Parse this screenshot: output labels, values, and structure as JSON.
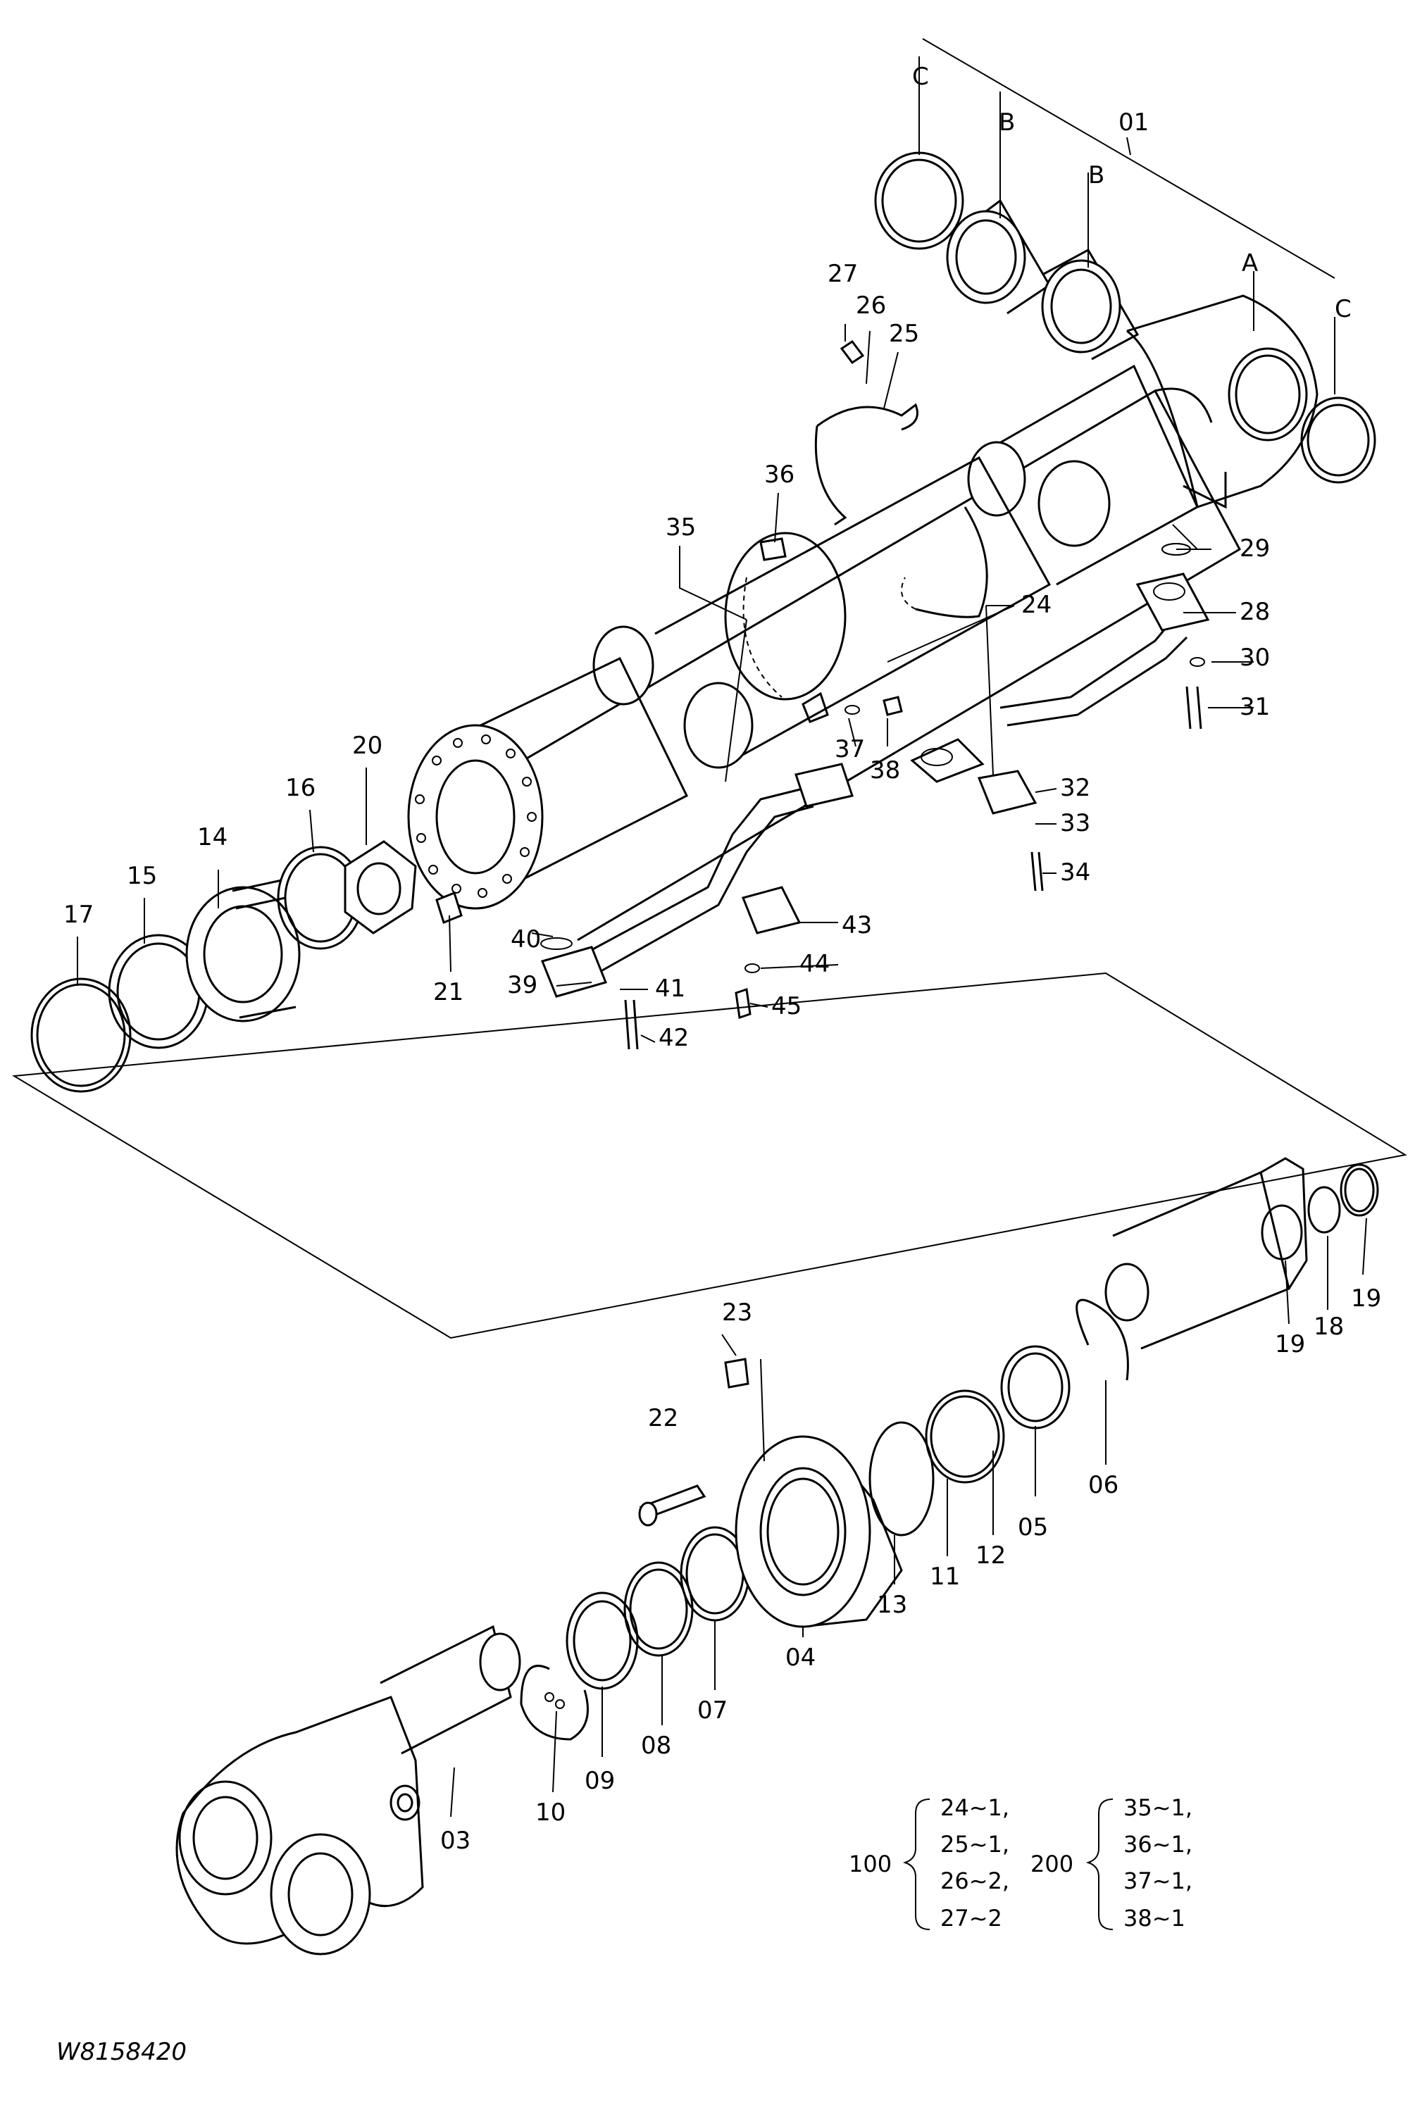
{
  "drawing_id": "W8158420",
  "callouts": {
    "p01": "01",
    "pA": "A",
    "pB1": "B",
    "pB2": "B",
    "pC1": "C",
    "pC2": "C",
    "p03": "03",
    "p04": "04",
    "p05": "05",
    "p06": "06",
    "p07": "07",
    "p08": "08",
    "p09": "09",
    "p10": "10",
    "p11": "11",
    "p12": "12",
    "p13": "13",
    "p14": "14",
    "p15": "15",
    "p16": "16",
    "p17": "17",
    "p18": "18",
    "p19a": "19",
    "p19b": "19",
    "p20": "20",
    "p21": "21",
    "p22": "22",
    "p23": "23",
    "p24": "24",
    "p25": "25",
    "p26": "26",
    "p27": "27",
    "p28": "28",
    "p29": "29",
    "p30": "30",
    "p31": "31",
    "p32": "32",
    "p33": "33",
    "p34": "34",
    "p35": "35",
    "p36": "36",
    "p37": "37",
    "p38": "38",
    "p39": "39",
    "p40": "40",
    "p41": "41",
    "p42": "42",
    "p43": "43",
    "p44": "44",
    "p45": "45"
  },
  "kits": {
    "kit100": {
      "label": "100",
      "items": [
        "24~1,",
        "25~1,",
        "26~2,",
        "27~2"
      ]
    },
    "kit200": {
      "label": "200",
      "items": [
        "35~1,",
        "36~1,",
        "37~1,",
        "38~1"
      ]
    }
  }
}
